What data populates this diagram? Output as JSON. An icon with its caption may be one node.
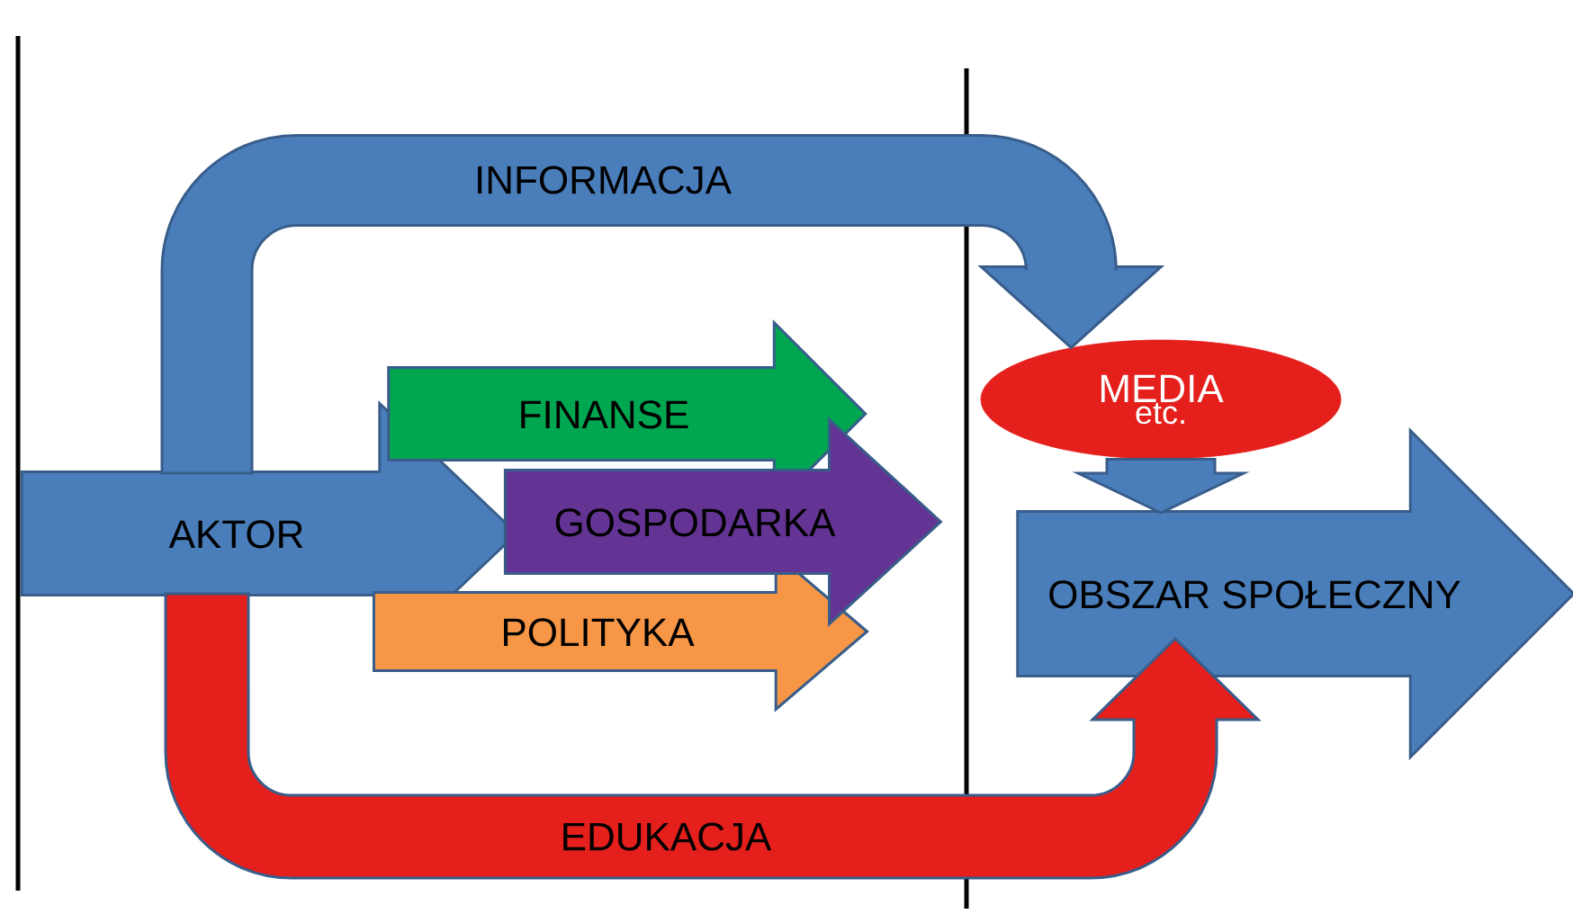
{
  "diagram": {
    "nodes": [
      {
        "text": [
          "AKTOR"
        ]
      },
      {
        "text": [
          "FINANSE"
        ]
      },
      {
        "text": [
          "GOSPODARKA"
        ]
      },
      {
        "text": [
          "POLITYKA"
        ]
      },
      {
        "text": [
          "MEDIA",
          "etc."
        ]
      },
      {
        "text": [
          "OBSZAR SPOŁECZNY"
        ]
      }
    ],
    "edges": [
      {
        "from": 0,
        "to": 4,
        "arrow": "to",
        "label": "INFORMACJA"
      },
      {
        "from": 4,
        "to": 5,
        "arrow": "to"
      },
      {
        "from": 0,
        "to": 5,
        "arrow": "to",
        "label": "EDUKACJA",
        "color": "#e41f1c"
      }
    ]
  }
}
